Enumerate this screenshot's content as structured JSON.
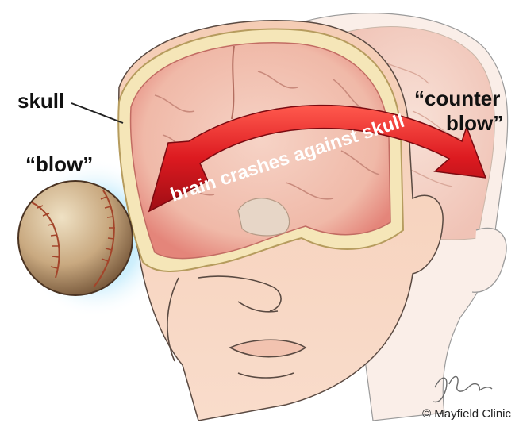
{
  "labels": {
    "skull": "skull",
    "blow": "“blow”",
    "counter_line1": "“counter",
    "counter_line2": "blow”",
    "arrow_text": "brain crashes against skull"
  },
  "credit": {
    "signature": "Hines",
    "copyright": "© Mayfield Clinic"
  },
  "colors": {
    "skin": "#f6d2bc",
    "brain": "#f2c3b4",
    "arrow": "#d8141c",
    "glow": "#7fd3f5",
    "skull": "#f4e3b2"
  },
  "icons": {
    "baseball": "baseball-icon"
  }
}
